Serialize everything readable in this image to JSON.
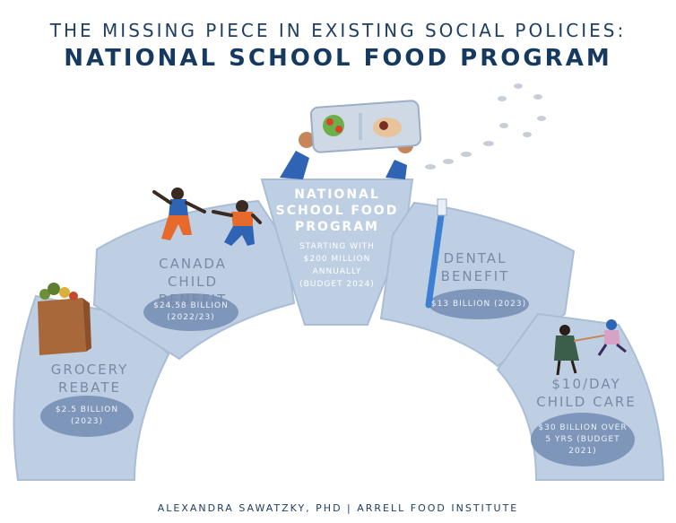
{
  "header": {
    "title_line1": "The missing piece in existing social policies:",
    "title_line2": "National School Food Program"
  },
  "blocks": {
    "grocery": {
      "title_line1": "Grocery",
      "title_line2": "Rebate",
      "amount": "$2.5 billion",
      "year": "(2023)"
    },
    "ccb": {
      "title_line1": "Canada Child",
      "title_line2": "Benefit",
      "amount": "$24.58 billion",
      "year": "(2022/23)"
    },
    "nsfp": {
      "title_line1": "National",
      "title_line2": "School Food",
      "title_line3": "Program",
      "sub_line1": "Starting with",
      "sub_line2": "$200 million",
      "sub_line3": "annually",
      "sub_line4": "(budget 2024)"
    },
    "dental": {
      "title_line1": "Dental",
      "title_line2": "Benefit",
      "amount": "$13 billion (2023)"
    },
    "childcare": {
      "title_line1": "$10/day",
      "title_line2": "Child Care",
      "amount_line1": "$30 billion over",
      "amount_line2": "5 yrs (budget",
      "amount_line3": "2021)"
    }
  },
  "footer": {
    "credit": "Alexandra Sawatzky, PhD | Arrell Food Institute"
  },
  "colors": {
    "stone": "#bfcfe3",
    "stone_dark": "#a9bdd6",
    "pill": "#7f96bb",
    "title": "#163a5f",
    "stone_text": "#7a8aa6",
    "sleeve": "#2f64b5"
  }
}
